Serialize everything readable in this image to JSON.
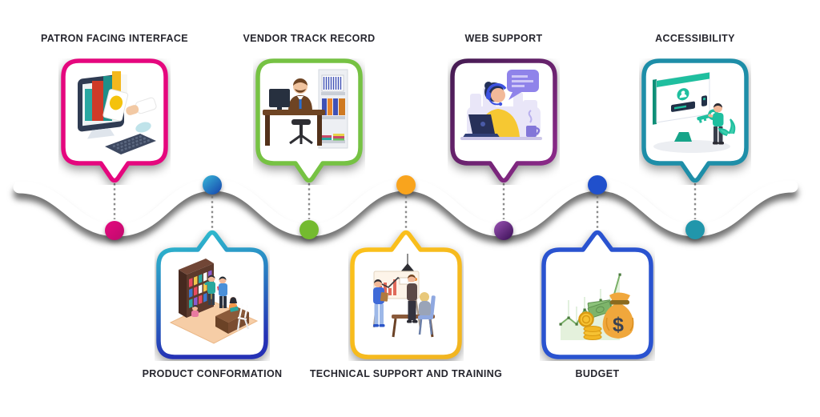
{
  "figure": {
    "background": "#ffffff",
    "label_color": "#26262e",
    "connector_color": "#8b8b8b",
    "wave_color": "#ffffff",
    "wave_shadow": "rgba(0,0,0,0.55)",
    "items": [
      {
        "label": "PATRON FACING INTERFACE",
        "row": "top",
        "accent": "#e5077e",
        "accent2": "#e5077e",
        "dot": "#e5097f",
        "dot2": "#c00b6d",
        "illustration": "books-monitor-keyboard"
      },
      {
        "label": "PRODUCT CONFORMATION",
        "row": "bottom",
        "accent": "#2ec5cf",
        "accent2": "#2531b5",
        "dot": "#38b8d8",
        "dot2": "#1747ae",
        "illustration": "library-store-scene"
      },
      {
        "label": "VENDOR TRACK RECORD",
        "row": "top",
        "accent": "#76c243",
        "accent2": "#76c243",
        "dot": "#74ba2f",
        "dot2": "#74ba2f",
        "illustration": "man-at-desk-office"
      },
      {
        "label": "TECHNICAL SUPPORT AND TRAINING",
        "row": "bottom",
        "accent": "#fcc21a",
        "accent2": "#f2b520",
        "dot": "#f9a41d",
        "dot2": "#f9a41d",
        "illustration": "training-presentation-scene"
      },
      {
        "label": "WEB SUPPORT",
        "row": "top",
        "accent": "#451b52",
        "accent2": "#8e2a8b",
        "dot": "#9a52b4",
        "dot2": "#3d1258",
        "illustration": "support-agent-headset"
      },
      {
        "label": "BUDGET",
        "row": "bottom",
        "accent": "#2a53d0",
        "accent2": "#2a53d0",
        "dot": "#2050cc",
        "dot2": "#2050cc",
        "badge": "$",
        "illustration": "money-bag-growth-chart"
      },
      {
        "label": "ACCESSIBILITY",
        "row": "top",
        "accent": "#1e8ea8",
        "accent2": "#1e8ea8",
        "dot": "#2196ab",
        "dot2": "#2196ab",
        "illustration": "login-screen-key"
      }
    ]
  }
}
